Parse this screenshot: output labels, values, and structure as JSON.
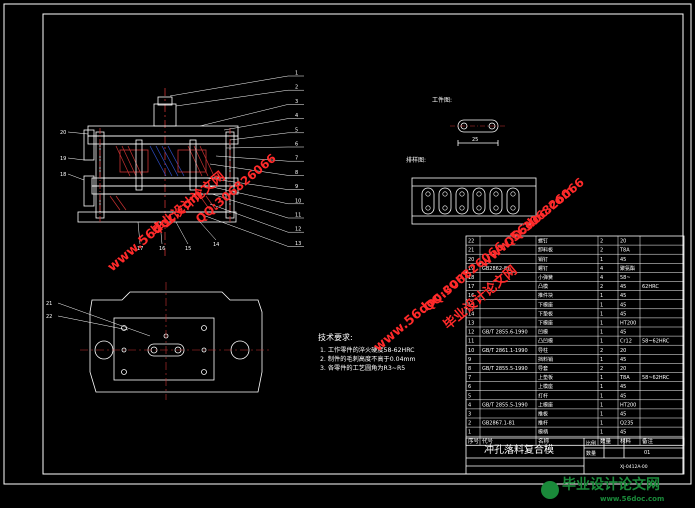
{
  "part_view": {
    "title": "工件图:",
    "dimension": "25"
  },
  "strip_view": {
    "title": "排样图:"
  },
  "tech_requirements": {
    "title": "技术要求:",
    "lines": [
      "1. 工作零件的淬火硬度58-62HRC",
      "2. 制件的毛刺高度不高于0.04mm",
      "3. 各零件的工艺圆角为R3~R5"
    ]
  },
  "main_view": {
    "callouts": [
      "1",
      "2",
      "3",
      "4",
      "5",
      "6",
      "7",
      "8",
      "9",
      "10",
      "11",
      "12",
      "13",
      "14",
      "15",
      "16",
      "17",
      "18",
      "19",
      "20"
    ]
  },
  "plan_view": {
    "callouts": [
      "21",
      "22"
    ]
  },
  "bom": {
    "rows": [
      {
        "no": "22",
        "code": "",
        "name": "螺钉",
        "qty": "2",
        "mat": "20",
        "note": ""
      },
      {
        "no": "21",
        "code": "",
        "name": "卸料板",
        "qty": "2",
        "mat": "T8A",
        "note": ""
      },
      {
        "no": "20",
        "code": "",
        "name": "销钉",
        "qty": "1",
        "mat": "45",
        "note": ""
      },
      {
        "no": "19",
        "code": "GB2862-81",
        "name": "螺钉",
        "qty": "4",
        "mat": "聚氨酯",
        "note": ""
      },
      {
        "no": "18",
        "code": "",
        "name": "小弹簧",
        "qty": "4",
        "mat": "58~",
        "note": ""
      },
      {
        "no": "17",
        "code": "",
        "name": "凸模",
        "qty": "2",
        "mat": "45",
        "note": "62HRC"
      },
      {
        "no": "16",
        "code": "",
        "name": "推件块",
        "qty": "1",
        "mat": "45",
        "note": ""
      },
      {
        "no": "15",
        "code": "",
        "name": "下模座",
        "qty": "1",
        "mat": "45",
        "note": ""
      },
      {
        "no": "14",
        "code": "",
        "name": "下垫板",
        "qty": "1",
        "mat": "45",
        "note": ""
      },
      {
        "no": "13",
        "code": "",
        "name": "下模座",
        "qty": "1",
        "mat": "HT200",
        "note": ""
      },
      {
        "no": "12",
        "code": "GB/T 2855.6-1990",
        "name": "凹模",
        "qty": "1",
        "mat": "45",
        "note": ""
      },
      {
        "no": "11",
        "code": "",
        "name": "凸凹模",
        "qty": "1",
        "mat": "Cr12",
        "note": "58~62HRC"
      },
      {
        "no": "10",
        "code": "GB/T 2861.1-1990",
        "name": "导柱",
        "qty": "2",
        "mat": "20",
        "note": ""
      },
      {
        "no": "9",
        "code": "",
        "name": "挡料销",
        "qty": "1",
        "mat": "45",
        "note": ""
      },
      {
        "no": "8",
        "code": "GB/T 2855.5-1990",
        "name": "导套",
        "qty": "2",
        "mat": "20",
        "note": ""
      },
      {
        "no": "7",
        "code": "",
        "name": "上垫板",
        "qty": "1",
        "mat": "T8A",
        "note": "58~62HRC"
      },
      {
        "no": "6",
        "code": "",
        "name": "上模座",
        "qty": "1",
        "mat": "45",
        "note": ""
      },
      {
        "no": "5",
        "code": "",
        "name": "打杆",
        "qty": "1",
        "mat": "45",
        "note": ""
      },
      {
        "no": "4",
        "code": "GB/T 2855.5-1990",
        "name": "上模座",
        "qty": "1",
        "mat": "HT200",
        "note": ""
      },
      {
        "no": "3",
        "code": "",
        "name": "推板",
        "qty": "1",
        "mat": "45",
        "note": ""
      },
      {
        "no": "2",
        "code": "GB2867.1-81",
        "name": "推杆",
        "qty": "1",
        "mat": "Q235",
        "note": ""
      },
      {
        "no": "1",
        "code": "",
        "name": "模柄",
        "qty": "1",
        "mat": "45",
        "note": ""
      }
    ],
    "header": {
      "no": "序号",
      "code": "代号",
      "name": "名称",
      "qty": "数量",
      "mat": "材料",
      "note": "备注"
    }
  },
  "title_block": {
    "title": "冲孔落料复合模",
    "drawing_no": "XJ-0412A-00",
    "sheet": "01",
    "scale": "比例",
    "qty_label": "数量"
  },
  "watermarks": {
    "site": "www.56doc.com",
    "brand": "毕业设计论文网",
    "qq": "QQ:306826066",
    "footer_brand": "毕业设计论文网",
    "footer_site": "www.56doc.com"
  },
  "colors": {
    "background": "#000000",
    "line": "#ffffff",
    "section_red": "#c83232",
    "section_blue": "#3050c8",
    "watermark_red": "#ff2a2a",
    "footer_green": "#1a8a3a"
  }
}
